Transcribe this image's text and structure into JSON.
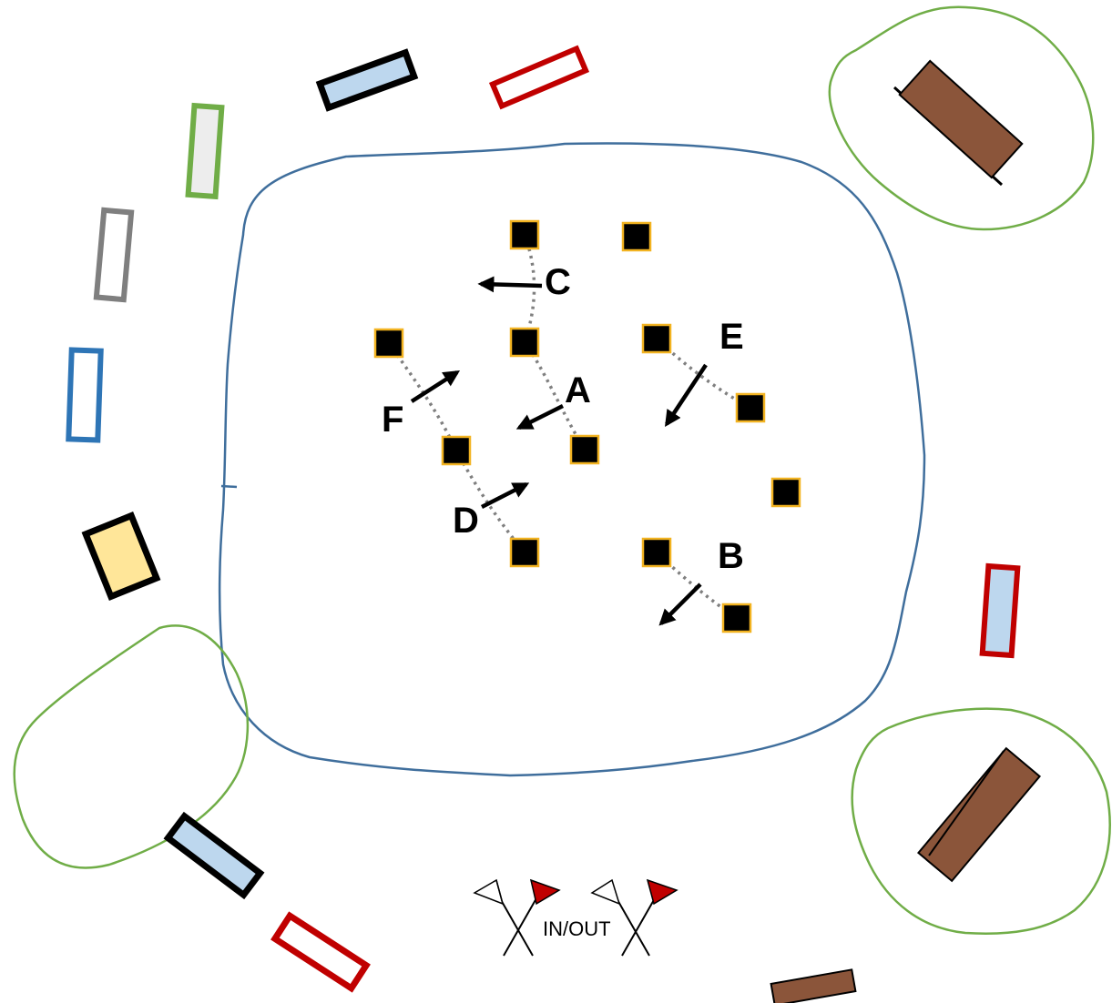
{
  "diagram": {
    "gate_labels": {
      "a": "A",
      "b": "B",
      "c": "C",
      "d": "D",
      "e": "E",
      "f": "F"
    },
    "entrance_label": "IN/OUT",
    "colors": {
      "arena_border": "#3F6E9C",
      "tree_outline": "#70AD47",
      "marker_fill": "#000000",
      "marker_border": "#F2B321",
      "gate_line": "#7F7F7F",
      "flag_red": "#C00000",
      "jump_light_blue": "#BDD7EE",
      "jump_red": "#C00000",
      "jump_black": "#000000",
      "jump_green": "#70AD47",
      "jump_gray": "#7F7F7F",
      "jump_blue": "#2E75B6",
      "jump_yellow": "#FFE699",
      "brown_object": "#8B553A"
    }
  }
}
